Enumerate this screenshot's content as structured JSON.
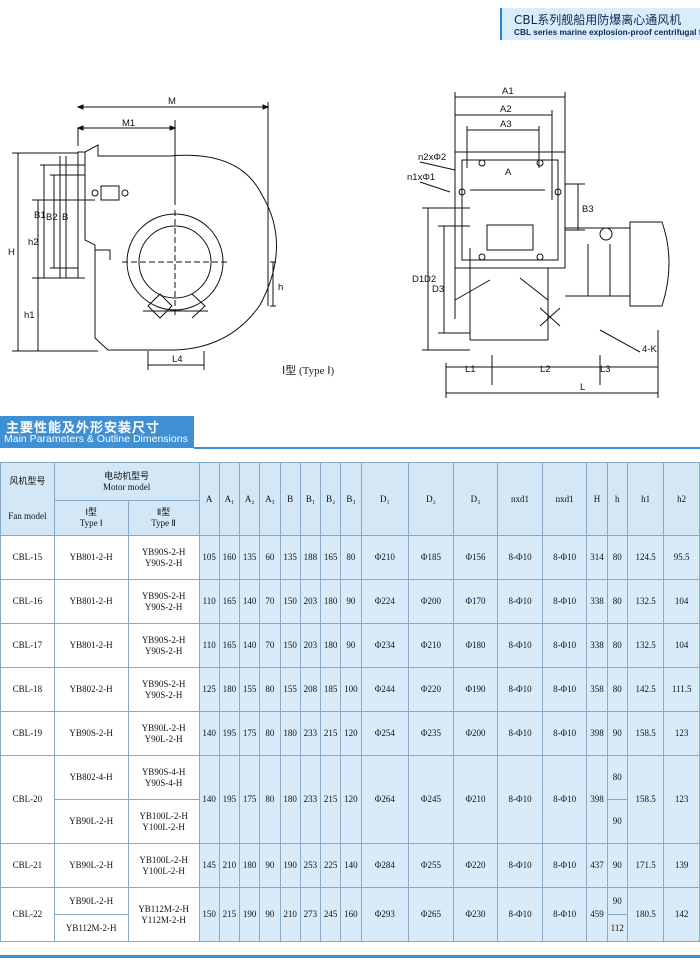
{
  "header": {
    "title_cn": "CBL系列舰船用防爆离心通风机",
    "title_en": "CBL series marine explosion-proof centrifugal fan"
  },
  "drawing": {
    "type_label": "Ⅰ型 (Type Ⅰ)",
    "left_dims": [
      "M",
      "M1",
      "H",
      "h2",
      "B1",
      "B2",
      "B",
      "h1",
      "h",
      "L4"
    ],
    "right_dims": [
      "A1",
      "A2",
      "A3",
      "A",
      "n2xΦ2",
      "n1xΦ1",
      "B3",
      "D1",
      "D2",
      "D3",
      "4-K",
      "L1",
      "L2",
      "L3",
      "L"
    ]
  },
  "section": {
    "title_cn": "主要性能及外形安装尺寸",
    "title_en": "Main Parameters & Outline Dimensions"
  },
  "table": {
    "fan_model_cn": "风机型号",
    "fan_model_en": "Fan model",
    "motor_model_cn": "电动机型号",
    "motor_model_en": "Motor model",
    "type1_cn": "Ⅰ型",
    "type1_en": "Type Ⅰ",
    "type2_cn": "Ⅱ型",
    "type2_en": "Type Ⅱ",
    "dim_headers": [
      "A",
      "A₁",
      "A₂",
      "A₃",
      "B",
      "B₁",
      "B₂",
      "B₃",
      "D₁",
      "D₂",
      "D₃",
      "nxd1",
      "nxd1",
      "H",
      "h",
      "h1",
      "h2"
    ],
    "rows": [
      {
        "model": "CBL-15",
        "t1": "YB801-2-H",
        "t2a": "YB90S-2-H",
        "t2b": "Y90S-2-H",
        "dims": [
          "105",
          "160",
          "135",
          "60",
          "135",
          "188",
          "165",
          "80",
          "Φ210",
          "Φ185",
          "Φ156",
          "8-Φ10",
          "8-Φ10",
          "314",
          "80",
          "124.5",
          "95.5"
        ]
      },
      {
        "model": "CBL-16",
        "t1": "YB801-2-H",
        "t2a": "YB90S-2-H",
        "t2b": "Y90S-2-H",
        "dims": [
          "110",
          "165",
          "140",
          "70",
          "150",
          "203",
          "180",
          "90",
          "Φ224",
          "Φ200",
          "Φ170",
          "8-Φ10",
          "8-Φ10",
          "338",
          "80",
          "132.5",
          "104"
        ]
      },
      {
        "model": "CBL-17",
        "t1": "YB801-2-H",
        "t2a": "YB90S-2-H",
        "t2b": "Y90S-2-H",
        "dims": [
          "110",
          "165",
          "140",
          "70",
          "150",
          "203",
          "180",
          "90",
          "Φ234",
          "Φ210",
          "Φ180",
          "8-Φ10",
          "8-Φ10",
          "338",
          "80",
          "132.5",
          "104"
        ]
      },
      {
        "model": "CBL-18",
        "t1": "YB802-2-H",
        "t2a": "YB90S-2-H",
        "t2b": "Y90S-2-H",
        "dims": [
          "125",
          "180",
          "155",
          "80",
          "155",
          "208",
          "185",
          "100",
          "Φ244",
          "Φ220",
          "Φ190",
          "8-Φ10",
          "8-Φ10",
          "358",
          "80",
          "142.5",
          "111.5"
        ]
      },
      {
        "model": "CBL-19",
        "t1": "YB90S-2-H",
        "t2a": "YB90L-2-H",
        "t2b": "Y90L-2-H",
        "dims": [
          "140",
          "195",
          "175",
          "80",
          "180",
          "233",
          "215",
          "120",
          "Φ254",
          "Φ235",
          "Φ200",
          "8-Φ10",
          "8-Φ10",
          "398",
          "90",
          "158.5",
          "123"
        ]
      }
    ],
    "cbl20": {
      "model": "CBL-20",
      "t1_a": "YB802-4-H",
      "t2a_a": "YB90S-4-H",
      "t2b_a": "Y90S-4-H",
      "h_a": "80",
      "t1_b": "YB90L-2-H",
      "t2a_b": "YB100L-2-H",
      "t2b_b": "Y100L-2-H",
      "h_b": "90",
      "dims": [
        "140",
        "195",
        "175",
        "80",
        "180",
        "233",
        "215",
        "120",
        "Φ264",
        "Φ245",
        "Φ210",
        "8-Φ10",
        "8-Φ10",
        "398"
      ],
      "h1": "158.5",
      "h2": "123"
    },
    "cbl21": {
      "model": "CBL-21",
      "t1": "YB90L-2-H",
      "t2a": "YB100L-2-H",
      "t2b": "Y100L-2-H",
      "dims": [
        "145",
        "210",
        "180",
        "90",
        "190",
        "253",
        "225",
        "140",
        "Φ284",
        "Φ255",
        "Φ220",
        "8-Φ10",
        "8-Φ10",
        "437",
        "90",
        "171.5",
        "139"
      ]
    },
    "cbl22": {
      "model": "CBL-22",
      "t1_a": "YB90L-2-H",
      "t1_b": "YB112M-2-H",
      "t2a": "YB112M-2-H",
      "t2b": "Y112M-2-H",
      "h_a": "90",
      "h_b": "112",
      "dims": [
        "150",
        "215",
        "190",
        "90",
        "210",
        "273",
        "245",
        "160",
        "Φ293",
        "Φ265",
        "Φ230",
        "8-Φ10",
        "8-Φ10",
        "459"
      ],
      "h1": "180.5",
      "h2": "142"
    }
  }
}
